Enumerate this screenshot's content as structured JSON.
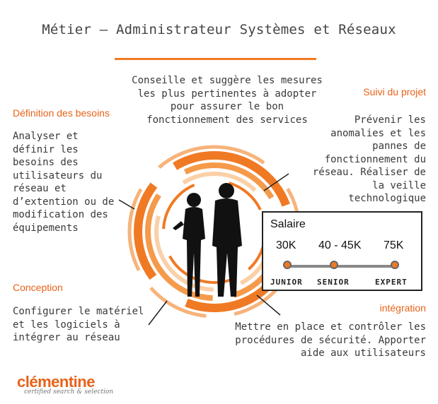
{
  "title": "Métier – Administrateur Systèmes et Réseaux",
  "sections": {
    "center_top": "Conseille et suggère les mesures les plus pertinentes à adopter pour assurer le bon fonctionnement des services",
    "definition": {
      "heading": "Définition des besoins",
      "text": "Analyser et définir les besoins des utilisateurs du réseau et d’extention ou de modification des équipements"
    },
    "suivi": {
      "heading": "Suivi du projet",
      "text": "Prévenir les anomalies et les pannes de fonctionnement du réseau. Réaliser de la veille technologique"
    },
    "conception": {
      "heading": "Conception",
      "text": "Configurer le matériel et les logiciels à intégrer au réseau"
    },
    "integration": {
      "heading": "intégration",
      "text": "Mettre en place et contrôler les procédures de sécurité. Apporter aide aux utilisateurs"
    }
  },
  "salary": {
    "title": "Salaire",
    "values": [
      "30K",
      "40 - 45K",
      "75K"
    ],
    "levels": [
      "JUNIOR",
      "SENIOR",
      "EXPERT"
    ]
  },
  "logo": {
    "name": "clémentine",
    "tagline": "certified search & selection"
  },
  "colors": {
    "accent": "#f07a24",
    "accent_dark": "#e8621a",
    "text": "#3a3a3a"
  },
  "illustration": "people-silhouettes-icon"
}
